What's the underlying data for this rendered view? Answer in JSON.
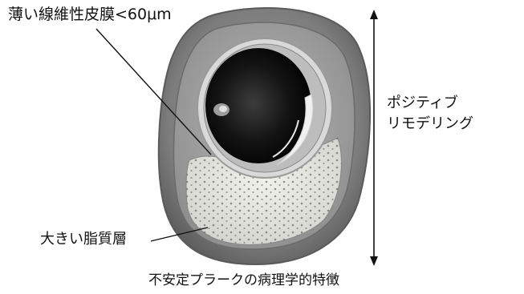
{
  "labels": {
    "fibrous_cap": "薄い線維性皮膜<60μm",
    "lipid_core": "大きい脂質層",
    "remodeling_line1": "ポジティブ",
    "remodeling_line2": "リモデリング",
    "caption": "不安定プラークの病理学的特徴"
  },
  "colors": {
    "outer_adventitia": "#7b7b7b",
    "media_wall": "#a9a9a9",
    "inner_ring": "#cfcfcf",
    "lumen": "#1c1c1c",
    "lipid_core": "#e6e6e1",
    "lipid_dots": "#6f6f6f",
    "line": "#111111"
  }
}
